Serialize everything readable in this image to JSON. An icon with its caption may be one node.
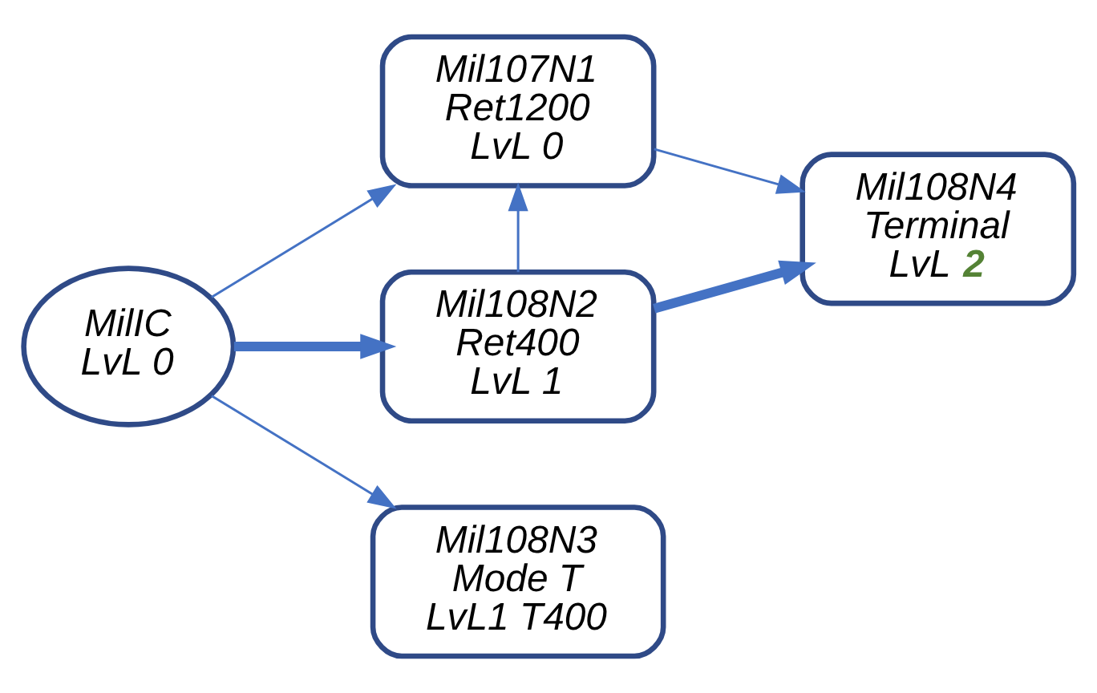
{
  "diagram": {
    "nodes": [
      {
        "text": [
          "MilIC",
          "LvL 0"
        ]
      },
      {
        "text": [
          "Mil107N1",
          "Ret1200",
          "LvL 0"
        ]
      },
      {
        "text": [
          "Mil108N4",
          "Terminal",
          "LvL **2**"
        ]
      },
      {
        "text": [
          "Mil108N2",
          "Ret400",
          "LvL 1"
        ]
      },
      {
        "text": [
          "Mil108N3",
          "Mode T",
          "LvL1 T400"
        ]
      }
    ],
    "edges": [
      {
        "from": 0,
        "to": 1,
        "arrow": "to"
      },
      {
        "from": 0,
        "to": 3,
        "arrow": "to",
        "style": "thick"
      },
      {
        "from": 0,
        "to": 4,
        "arrow": "to"
      },
      {
        "from": 3,
        "to": 1,
        "arrow": "to"
      },
      {
        "from": 1,
        "to": 2,
        "arrow": "to"
      },
      {
        "from": 3,
        "to": 2,
        "arrow": "to",
        "style": "thick"
      }
    ]
  }
}
